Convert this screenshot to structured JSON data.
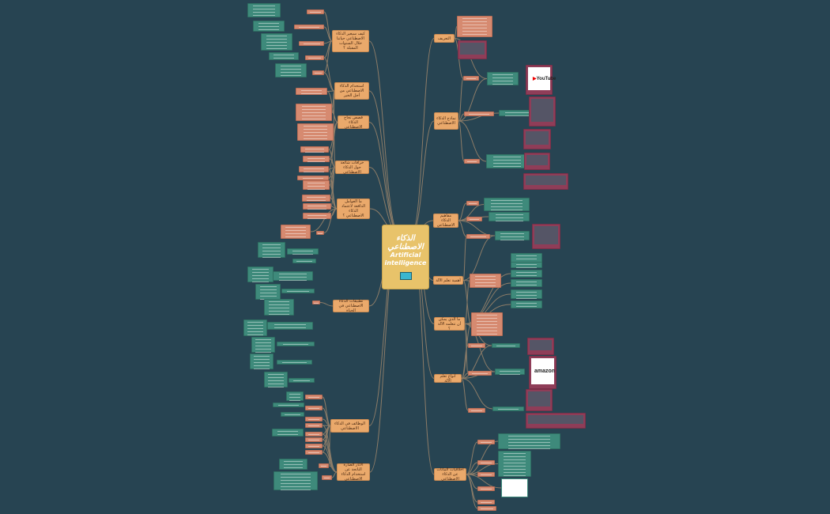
{
  "central": {
    "title_ar": "الذكاء الاصطناعي",
    "title_en": "Artificial intelligence"
  },
  "right_branches": [
    {
      "label": "التعريف"
    },
    {
      "label": "نماذج الذكاء الاصطناعي"
    },
    {
      "label": "مفاهيم الذكاء الاصطناعي"
    },
    {
      "label": "أهمية تعلم الآلة"
    },
    {
      "label": "ما الذي يمكن أن تتعلمه الآلة ؟"
    },
    {
      "label": "أنواع تعلم الآلة"
    },
    {
      "label": "أخلاقيات البيانات عن الذكاء الاصطناعي"
    }
  ],
  "left_branches": [
    {
      "label": "كيف سيغير الذكاء الاصطناعي حياتنا خلال السنوات المقبلة ؟"
    },
    {
      "label": "استخدام الذكاء الاصطناعي من أجل الخير"
    },
    {
      "label": "قصص نجاح الذكاء الاصطناعي"
    },
    {
      "label": "خرافات شائعة حول الذكاء الاصطناعي"
    },
    {
      "label": "ما العوامل الدافعة لاعتماد الذكاء الاصطناعي ؟"
    },
    {
      "label": "تطبيقات الذكاء الاصطناعي في الحياة"
    },
    {
      "label": "الوظائف في الذكاء الاصطناعي"
    },
    {
      "label": "الآثار الضارة الناتجة عن استخدام الذكاء الاصطناعي"
    }
  ],
  "images": {
    "youtube": "YouTube",
    "amazon": "amazon"
  },
  "colors": {
    "background": "#274452",
    "central": "#e8c36a",
    "branch": "#eaa96b",
    "subtopic": "#d68a70",
    "note": "#3e8a7b",
    "image_frame": "#8f3d58",
    "connector": "#8c7c68"
  }
}
